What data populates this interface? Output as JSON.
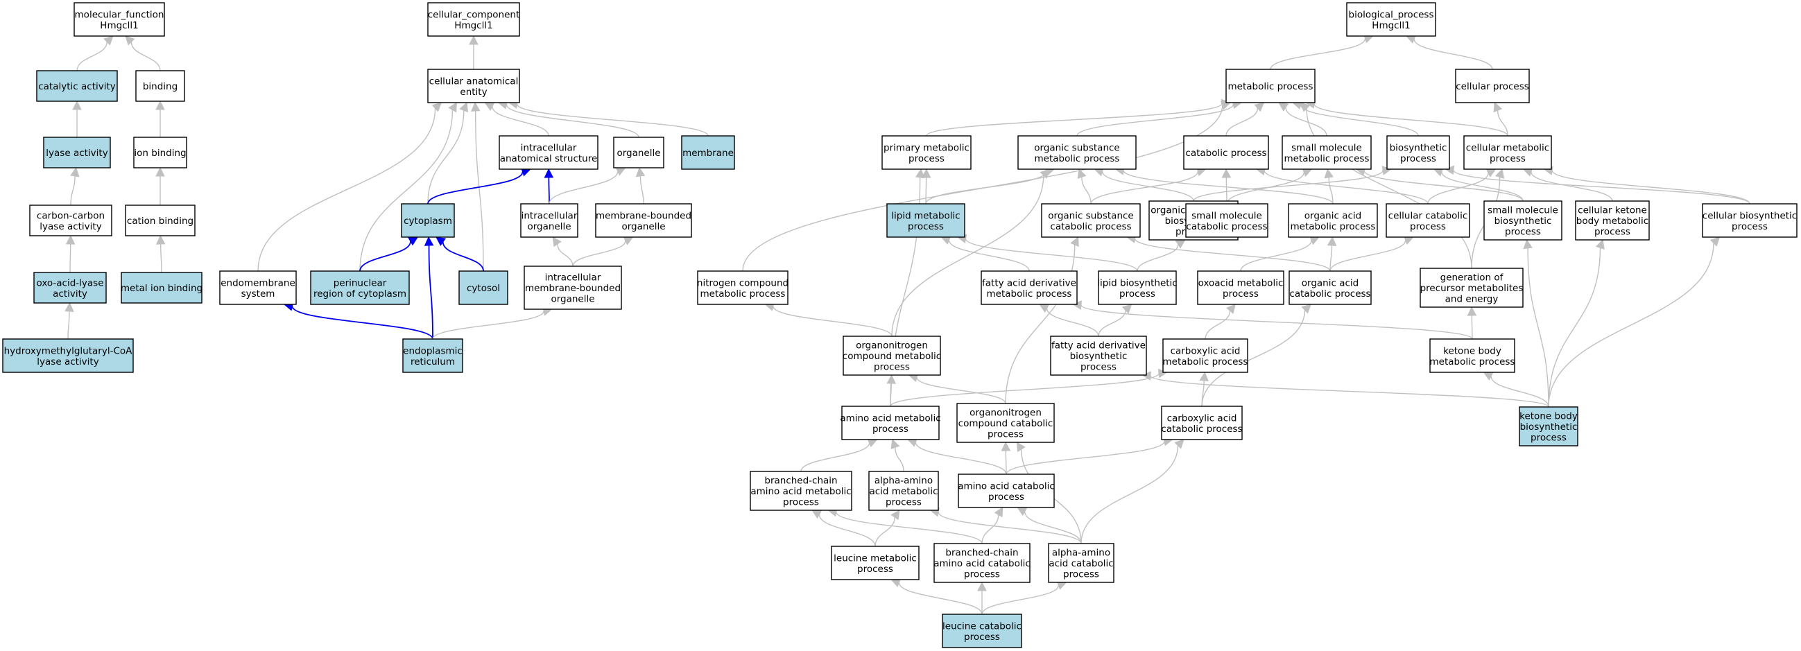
{
  "colors": {
    "highlight": "#add8e6",
    "plain": "#ffffff",
    "is_a_edge": "#c0c0c0",
    "part_of_edge": "#0000ee"
  },
  "nodes": [
    {
      "id": "mf",
      "lines": [
        "molecular_function",
        "Hmgcll1"
      ],
      "hl": false
    },
    {
      "id": "catalytic",
      "lines": [
        "catalytic activity"
      ],
      "hl": true
    },
    {
      "id": "binding",
      "lines": [
        "binding"
      ],
      "hl": false
    },
    {
      "id": "lyase",
      "lines": [
        "lyase activity"
      ],
      "hl": true
    },
    {
      "id": "ionbinding",
      "lines": [
        "ion binding"
      ],
      "hl": false
    },
    {
      "id": "cclyase",
      "lines": [
        "carbon-carbon",
        "lyase activity"
      ],
      "hl": false
    },
    {
      "id": "cationbinding",
      "lines": [
        "cation binding"
      ],
      "hl": false
    },
    {
      "id": "oxolyase",
      "lines": [
        "oxo-acid-lyase",
        "activity"
      ],
      "hl": true
    },
    {
      "id": "metalion",
      "lines": [
        "metal ion binding"
      ],
      "hl": true
    },
    {
      "id": "hmgcoa",
      "lines": [
        "hydroxymethylglutaryl-CoA",
        "lyase activity"
      ],
      "hl": true
    },
    {
      "id": "cc",
      "lines": [
        "cellular_component",
        "Hmgcll1"
      ],
      "hl": false
    },
    {
      "id": "cae",
      "lines": [
        "cellular anatomical",
        "entity"
      ],
      "hl": false
    },
    {
      "id": "ias",
      "lines": [
        "intracellular",
        "anatomical structure"
      ],
      "hl": false
    },
    {
      "id": "organelle",
      "lines": [
        "organelle"
      ],
      "hl": false
    },
    {
      "id": "membrane",
      "lines": [
        "membrane"
      ],
      "hl": true
    },
    {
      "id": "cytoplasm",
      "lines": [
        "cytoplasm"
      ],
      "hl": true
    },
    {
      "id": "intorg",
      "lines": [
        "intracellular",
        "organelle"
      ],
      "hl": false
    },
    {
      "id": "mbo",
      "lines": [
        "membrane-bounded",
        "organelle"
      ],
      "hl": false
    },
    {
      "id": "endomem",
      "lines": [
        "endomembrane",
        "system"
      ],
      "hl": false
    },
    {
      "id": "perinuc",
      "lines": [
        "perinuclear",
        "region of cytoplasm"
      ],
      "hl": true
    },
    {
      "id": "cytosol",
      "lines": [
        "cytosol"
      ],
      "hl": true
    },
    {
      "id": "imbo",
      "lines": [
        "intracellular",
        "membrane-bounded",
        "organelle"
      ],
      "hl": false
    },
    {
      "id": "er",
      "lines": [
        "endoplasmic",
        "reticulum"
      ],
      "hl": true
    },
    {
      "id": "bp",
      "lines": [
        "biological_process",
        "Hmgcll1"
      ],
      "hl": false
    },
    {
      "id": "metab",
      "lines": [
        "metabolic process"
      ],
      "hl": false
    },
    {
      "id": "cellproc",
      "lines": [
        "cellular process"
      ],
      "hl": false
    },
    {
      "id": "primmet",
      "lines": [
        "primary metabolic",
        "process"
      ],
      "hl": false
    },
    {
      "id": "orgsubmet",
      "lines": [
        "organic substance",
        "metabolic process"
      ],
      "hl": false
    },
    {
      "id": "catab",
      "lines": [
        "catabolic process"
      ],
      "hl": false
    },
    {
      "id": "smallmol",
      "lines": [
        "small molecule",
        "metabolic process"
      ],
      "hl": false
    },
    {
      "id": "biosyn",
      "lines": [
        "biosynthetic",
        "process"
      ],
      "hl": false
    },
    {
      "id": "cellmet",
      "lines": [
        "cellular metabolic",
        "process"
      ],
      "hl": false
    },
    {
      "id": "lipidmet",
      "lines": [
        "lipid metabolic",
        "process"
      ],
      "hl": true
    },
    {
      "id": "orgsubcat",
      "lines": [
        "organic substance",
        "catabolic process"
      ],
      "hl": false
    },
    {
      "id": "orgsubbio",
      "lines": [
        "organic substance",
        "biosynthetic",
        "process"
      ],
      "hl": false
    },
    {
      "id": "smcat",
      "lines": [
        "small molecule",
        "catabolic process"
      ],
      "hl": false
    },
    {
      "id": "oam",
      "lines": [
        "organic acid",
        "metabolic process"
      ],
      "hl": false
    },
    {
      "id": "cellcat",
      "lines": [
        "cellular catabolic",
        "process"
      ],
      "hl": false
    },
    {
      "id": "smbio",
      "lines": [
        "small molecule",
        "biosynthetic",
        "process"
      ],
      "hl": false
    },
    {
      "id": "ckbm",
      "lines": [
        "cellular ketone",
        "body metabolic",
        "process"
      ],
      "hl": false
    },
    {
      "id": "cellbio",
      "lines": [
        "cellular biosynthetic",
        "process"
      ],
      "hl": false
    },
    {
      "id": "ncm",
      "lines": [
        "nitrogen compound",
        "metabolic process"
      ],
      "hl": false
    },
    {
      "id": "fadm",
      "lines": [
        "fatty acid derivative",
        "metabolic process"
      ],
      "hl": false
    },
    {
      "id": "lipbio",
      "lines": [
        "lipid biosynthetic",
        "process"
      ],
      "hl": false
    },
    {
      "id": "oxoacid",
      "lines": [
        "oxoacid metabolic",
        "process"
      ],
      "hl": false
    },
    {
      "id": "oac",
      "lines": [
        "organic acid",
        "catabolic process"
      ],
      "hl": false
    },
    {
      "id": "gpme",
      "lines": [
        "generation of",
        "precursor metabolites",
        "and energy"
      ],
      "hl": false
    },
    {
      "id": "ocm",
      "lines": [
        "organonitrogen",
        "compound metabolic",
        "process"
      ],
      "hl": false
    },
    {
      "id": "fadb",
      "lines": [
        "fatty acid derivative",
        "biosynthetic",
        "process"
      ],
      "hl": false
    },
    {
      "id": "cam",
      "lines": [
        "carboxylic acid",
        "metabolic process"
      ],
      "hl": false
    },
    {
      "id": "kbm",
      "lines": [
        "ketone body",
        "metabolic process"
      ],
      "hl": false
    },
    {
      "id": "aam",
      "lines": [
        "amino acid metabolic",
        "process"
      ],
      "hl": false
    },
    {
      "id": "occ",
      "lines": [
        "organonitrogen",
        "compound catabolic",
        "process"
      ],
      "hl": false
    },
    {
      "id": "cac",
      "lines": [
        "carboxylic acid",
        "catabolic process"
      ],
      "hl": false
    },
    {
      "id": "kbb",
      "lines": [
        "ketone body",
        "biosynthetic",
        "process"
      ],
      "hl": true
    },
    {
      "id": "bcaam",
      "lines": [
        "branched-chain",
        "amino acid metabolic",
        "process"
      ],
      "hl": false
    },
    {
      "id": "aaam",
      "lines": [
        "alpha-amino",
        "acid metabolic",
        "process"
      ],
      "hl": false
    },
    {
      "id": "aac",
      "lines": [
        "amino acid catabolic",
        "process"
      ],
      "hl": false
    },
    {
      "id": "leum",
      "lines": [
        "leucine metabolic",
        "process"
      ],
      "hl": false
    },
    {
      "id": "bcaac",
      "lines": [
        "branched-chain",
        "amino acid catabolic",
        "process"
      ],
      "hl": false
    },
    {
      "id": "aaac",
      "lines": [
        "alpha-amino",
        "acid catabolic",
        "process"
      ],
      "hl": false
    },
    {
      "id": "leuc",
      "lines": [
        "leucine catabolic",
        "process"
      ],
      "hl": true
    }
  ],
  "edges": [
    [
      "catalytic",
      "mf",
      "is_a"
    ],
    [
      "binding",
      "mf",
      "is_a"
    ],
    [
      "lyase",
      "catalytic",
      "is_a"
    ],
    [
      "ionbinding",
      "binding",
      "is_a"
    ],
    [
      "cclyase",
      "lyase",
      "is_a"
    ],
    [
      "cationbinding",
      "ionbinding",
      "is_a"
    ],
    [
      "oxolyase",
      "cclyase",
      "is_a"
    ],
    [
      "metalion",
      "cationbinding",
      "is_a"
    ],
    [
      "hmgcoa",
      "oxolyase",
      "is_a"
    ],
    [
      "cae",
      "cc",
      "is_a"
    ],
    [
      "ias",
      "cae",
      "is_a"
    ],
    [
      "organelle",
      "cae",
      "is_a"
    ],
    [
      "membrane",
      "cae",
      "is_a"
    ],
    [
      "cytoplasm",
      "cae",
      "is_a"
    ],
    [
      "endomem",
      "cae",
      "is_a"
    ],
    [
      "perinuc",
      "cae",
      "is_a"
    ],
    [
      "cytosol",
      "cae",
      "is_a"
    ],
    [
      "cytoplasm",
      "ias",
      "part_of"
    ],
    [
      "intorg",
      "ias",
      "part_of"
    ],
    [
      "intorg",
      "organelle",
      "is_a"
    ],
    [
      "mbo",
      "organelle",
      "is_a"
    ],
    [
      "perinuc",
      "cytoplasm",
      "part_of"
    ],
    [
      "cytosol",
      "cytoplasm",
      "part_of"
    ],
    [
      "er",
      "cytoplasm",
      "part_of"
    ],
    [
      "er",
      "endomem",
      "part_of"
    ],
    [
      "imbo",
      "intorg",
      "is_a"
    ],
    [
      "imbo",
      "mbo",
      "is_a"
    ],
    [
      "er",
      "imbo",
      "is_a"
    ],
    [
      "metab",
      "bp",
      "is_a"
    ],
    [
      "cellproc",
      "bp",
      "is_a"
    ],
    [
      "primmet",
      "metab",
      "is_a"
    ],
    [
      "orgsubmet",
      "metab",
      "is_a"
    ],
    [
      "catab",
      "metab",
      "is_a"
    ],
    [
      "smallmol",
      "metab",
      "is_a"
    ],
    [
      "biosyn",
      "metab",
      "is_a"
    ],
    [
      "cellmet",
      "metab",
      "is_a"
    ],
    [
      "ncm",
      "metab",
      "is_a"
    ],
    [
      "cellmet",
      "cellproc",
      "is_a"
    ],
    [
      "lipidmet",
      "primmet",
      "is_a"
    ],
    [
      "lipidmet",
      "orgsubmet",
      "is_a"
    ],
    [
      "orgsubcat",
      "orgsubmet",
      "is_a"
    ],
    [
      "orgsubbio",
      "orgsubmet",
      "is_a"
    ],
    [
      "orgsubcat",
      "catab",
      "is_a"
    ],
    [
      "smcat",
      "catab",
      "is_a"
    ],
    [
      "smcat",
      "smallmol",
      "is_a"
    ],
    [
      "oam",
      "smallmol",
      "is_a"
    ],
    [
      "oam",
      "orgsubmet",
      "is_a"
    ],
    [
      "cellcat",
      "catab",
      "is_a"
    ],
    [
      "cellcat",
      "cellmet",
      "is_a"
    ],
    [
      "smbio",
      "smallmol",
      "is_a"
    ],
    [
      "smbio",
      "biosyn",
      "is_a"
    ],
    [
      "orgsubbio",
      "biosyn",
      "is_a"
    ],
    [
      "ckbm",
      "cellmet",
      "is_a"
    ],
    [
      "cellbio",
      "cellmet",
      "is_a"
    ],
    [
      "cellbio",
      "biosyn",
      "is_a"
    ],
    [
      "ocm",
      "orgsubmet",
      "is_a"
    ],
    [
      "ocm",
      "ncm",
      "is_a"
    ],
    [
      "fadm",
      "lipidmet",
      "is_a"
    ],
    [
      "lipbio",
      "lipidmet",
      "is_a"
    ],
    [
      "lipbio",
      "orgsubbio",
      "is_a"
    ],
    [
      "oxoacid",
      "oam",
      "is_a"
    ],
    [
      "oac",
      "oam",
      "is_a"
    ],
    [
      "oac",
      "orgsubcat",
      "is_a"
    ],
    [
      "oac",
      "cellcat",
      "is_a"
    ],
    [
      "gpme",
      "metab",
      "is_a"
    ],
    [
      "gpme",
      "cellmet",
      "is_a"
    ],
    [
      "fadb",
      "fadm",
      "is_a"
    ],
    [
      "fadb",
      "lipbio",
      "is_a"
    ],
    [
      "cam",
      "oxoacid",
      "is_a"
    ],
    [
      "kbm",
      "fadm",
      "is_a"
    ],
    [
      "kbm",
      "gpme",
      "is_a"
    ],
    [
      "aam",
      "ocm",
      "is_a"
    ],
    [
      "aam",
      "primmet",
      "is_a"
    ],
    [
      "aam",
      "cam",
      "is_a"
    ],
    [
      "occ",
      "ocm",
      "is_a"
    ],
    [
      "occ",
      "orgsubcat",
      "is_a"
    ],
    [
      "cac",
      "cam",
      "is_a"
    ],
    [
      "cac",
      "oac",
      "is_a"
    ],
    [
      "kbb",
      "kbm",
      "is_a"
    ],
    [
      "kbb",
      "smbio",
      "is_a"
    ],
    [
      "kbb",
      "ckbm",
      "is_a"
    ],
    [
      "kbb",
      "cellbio",
      "is_a"
    ],
    [
      "kbb",
      "fadb",
      "is_a"
    ],
    [
      "bcaam",
      "aam",
      "is_a"
    ],
    [
      "aaam",
      "aam",
      "is_a"
    ],
    [
      "aac",
      "aam",
      "is_a"
    ],
    [
      "aac",
      "occ",
      "is_a"
    ],
    [
      "aac",
      "cac",
      "is_a"
    ],
    [
      "leum",
      "bcaam",
      "is_a"
    ],
    [
      "leum",
      "aaam",
      "is_a"
    ],
    [
      "bcaac",
      "bcaam",
      "is_a"
    ],
    [
      "bcaac",
      "aac",
      "is_a"
    ],
    [
      "aaac",
      "aaam",
      "is_a"
    ],
    [
      "aaac",
      "aac",
      "is_a"
    ],
    [
      "aaac",
      "cac",
      "is_a"
    ],
    [
      "aaac",
      "occ",
      "is_a"
    ],
    [
      "leuc",
      "leum",
      "is_a"
    ],
    [
      "leuc",
      "bcaac",
      "is_a"
    ],
    [
      "leuc",
      "aaac",
      "is_a"
    ]
  ]
}
